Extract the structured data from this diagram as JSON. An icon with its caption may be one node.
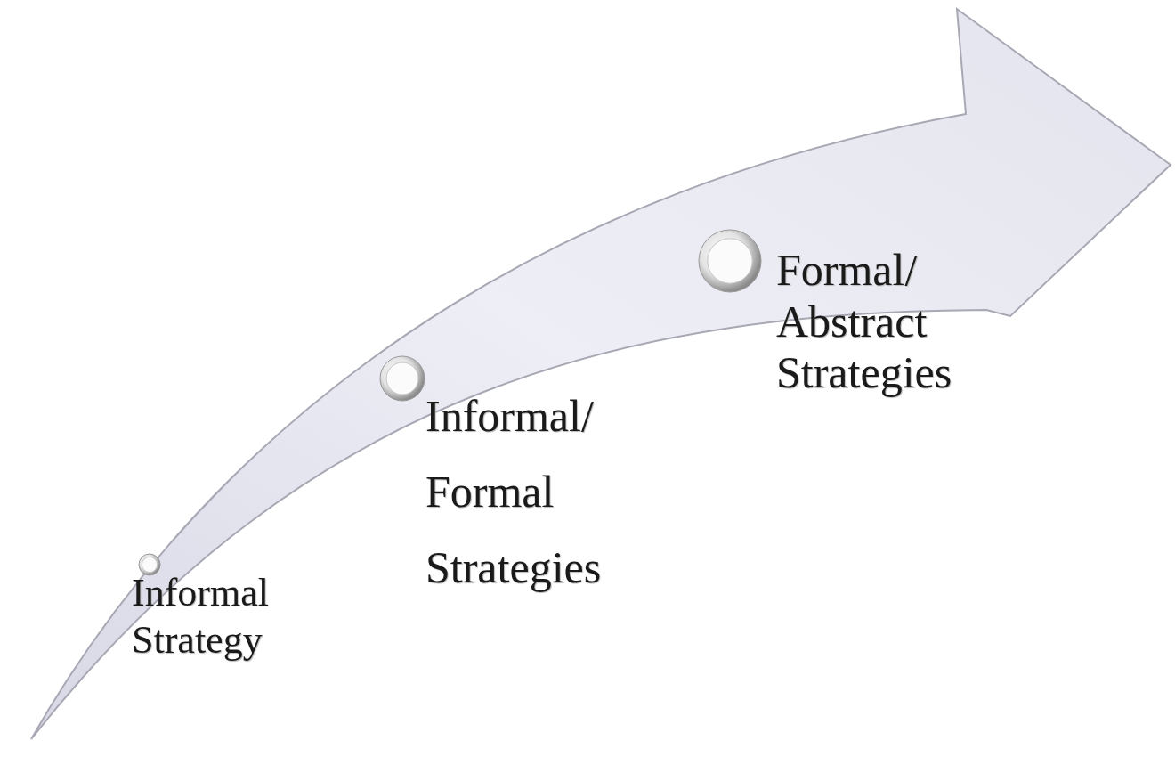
{
  "diagram": {
    "nodes": [
      {
        "text": [
          "Informal Strategy"
        ]
      },
      {
        "text": [
          "Informal/ Formal Strategies"
        ]
      },
      {
        "text": [
          "Formal/ Abstract Strategies"
        ]
      }
    ]
  }
}
